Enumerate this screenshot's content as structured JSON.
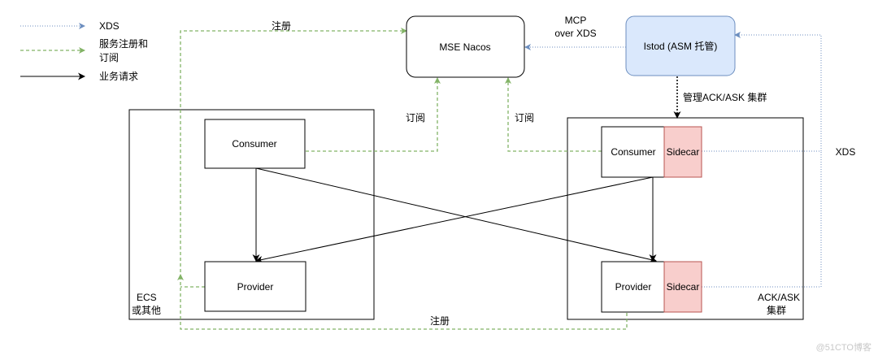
{
  "legend": {
    "xds": "XDS",
    "register_subscribe_line1": "服务注册和",
    "register_subscribe_line2": "订阅",
    "business_request": "业务请求"
  },
  "nodes": {
    "mse_nacos": "MSE  Nacos",
    "istod": "Istod (ASM 托管)",
    "left_consumer": "Consumer",
    "left_provider": "Provider",
    "right_consumer": "Consumer",
    "right_provider": "Provider",
    "sidecar_top": "Sidecar",
    "sidecar_bottom": "Sidecar"
  },
  "groups": {
    "ecs_line1": "ECS",
    "ecs_line2": "或其他",
    "ack_line1": "ACK/ASK",
    "ack_line2": "集群"
  },
  "edge_labels": {
    "register_top": "注册",
    "register_bottom": "注册",
    "subscribe_left": "订阅",
    "subscribe_right": "订阅",
    "mcp_line1": "MCP",
    "mcp_line2": "over XDS",
    "manage_cluster": "管理ACK/ASK 集群",
    "xds_right": "XDS"
  },
  "watermark": "@51CTO博客",
  "colors": {
    "xds_blue": "#6c8ebf",
    "register_green": "#82b366",
    "istod_fill": "#dae8fc",
    "istod_stroke": "#6c8ebf",
    "sidecar_fill": "#f8cecc",
    "sidecar_stroke": "#b85450"
  }
}
